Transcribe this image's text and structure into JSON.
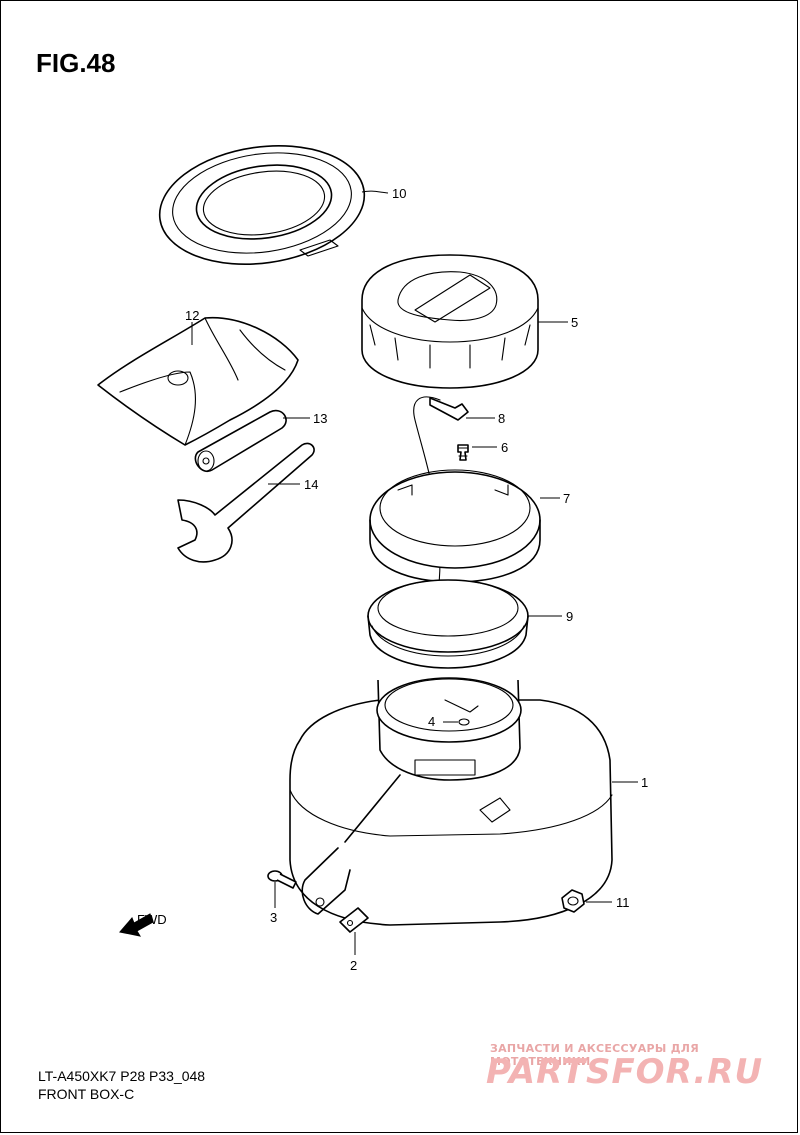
{
  "figure": {
    "title": "FIG.48"
  },
  "footer": {
    "model_code": "LT-A450XK7 P28 P33_048",
    "section_name": "FRONT BOX-C"
  },
  "watermark": {
    "tagline": "ЗАПЧАСТИ И АКСЕССУАРЫ ДЛЯ МОТОТЕХНИКИ",
    "logo_text": "PARTSFOR.RU"
  },
  "fwd_label": "FWD",
  "callouts": {
    "p1": "1",
    "p2": "2",
    "p3": "3",
    "p4": "4",
    "p5": "5",
    "p6": "6",
    "p7": "7",
    "p8": "8",
    "p9": "9",
    "p10": "10",
    "p11": "11",
    "p12": "12",
    "p13": "13",
    "p14": "14"
  }
}
